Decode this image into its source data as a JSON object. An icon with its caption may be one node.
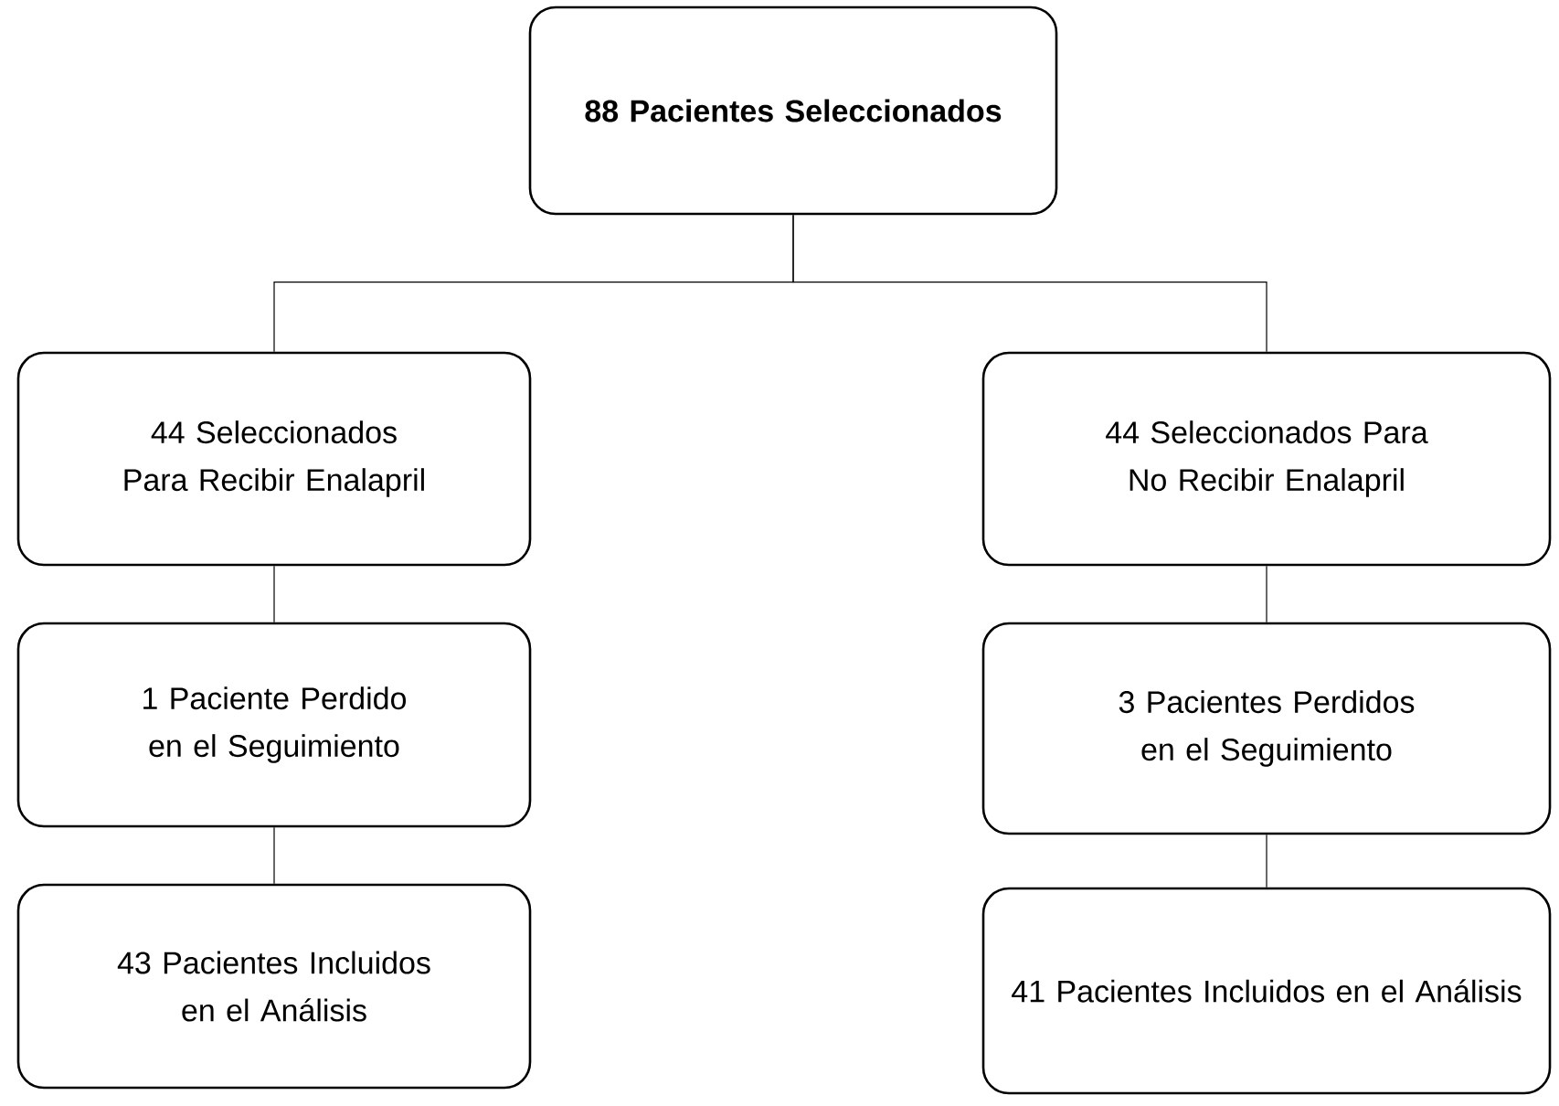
{
  "diagram": {
    "nodes": [
      {
        "text": [
          "88 Pacientes Seleccionados"
        ]
      },
      {
        "text": [
          "44 Seleccionados Para Recibir Enalapril"
        ]
      },
      {
        "text": [
          "44 Seleccionados Para No Recibir Enalapril"
        ]
      },
      {
        "text": [
          "1 Paciente Perdido en el Seguimiento"
        ]
      },
      {
        "text": [
          "3 Pacientes Perdidos en el Seguimiento"
        ]
      },
      {
        "text": [
          "43 Pacientes Incluidos en el Análisis"
        ]
      },
      {
        "text": [
          "41 Pacientes Incluidos en el Análisis"
        ]
      }
    ],
    "edges": [
      {
        "from": 0,
        "to": 1,
        "arrow": "none"
      },
      {
        "from": 0,
        "to": 2,
        "arrow": "none"
      },
      {
        "from": 1,
        "to": 3,
        "arrow": "none"
      },
      {
        "from": 2,
        "to": 4,
        "arrow": "none"
      },
      {
        "from": 3,
        "to": 5,
        "arrow": "none"
      },
      {
        "from": 4,
        "to": 6,
        "arrow": "none"
      }
    ]
  }
}
